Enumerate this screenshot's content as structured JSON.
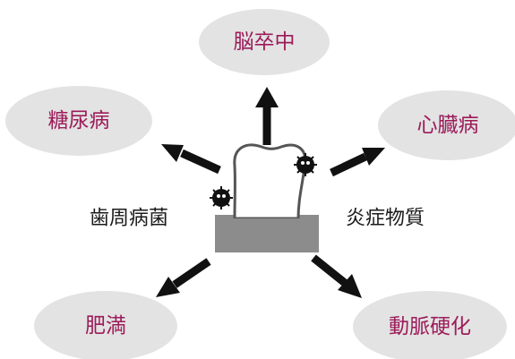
{
  "diseases": {
    "stroke": "脳卒中",
    "diabetes": "糖尿病",
    "heart_disease": "心臓病",
    "obesity": "肥満",
    "arteriosclerosis": "動脈硬化"
  },
  "center": {
    "left_label": "歯周病菌",
    "right_label": "炎症物質"
  },
  "colors": {
    "ellipse_fill": "#e3e3e3",
    "disease_text": "#9c1c5a",
    "arrow": "#111111",
    "gum": "#8c8c8c"
  }
}
